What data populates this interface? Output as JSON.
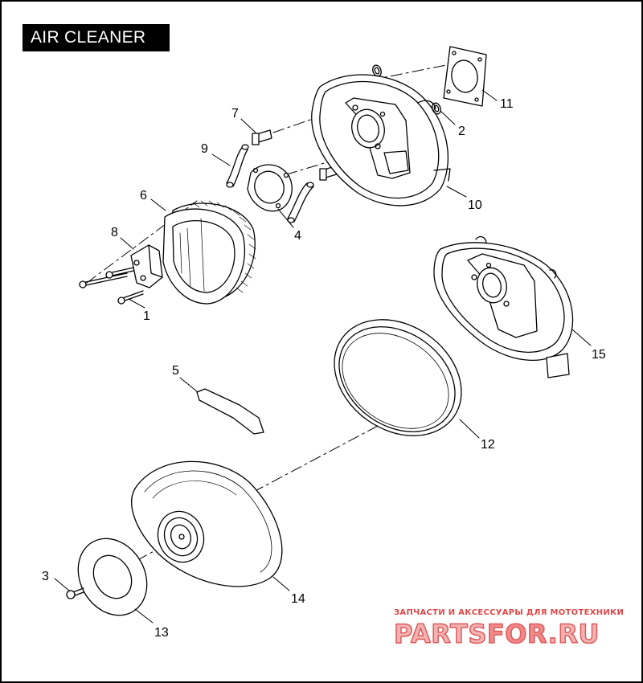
{
  "title": "AIR CLEANER",
  "callouts": [
    "1",
    "2",
    "3",
    "4",
    "5",
    "6",
    "7",
    "8",
    "9",
    "10",
    "11",
    "12",
    "13",
    "14",
    "15"
  ],
  "watermark": {
    "tagline": "ЗАПЧАСТИ И АКСЕССУАРЫ ДЛЯ МОТОТЕХНИКИ",
    "logo_main": "PARTS",
    "logo_mid": "FOR",
    "logo_tld": ".RU"
  },
  "colors": {
    "line": "#000000",
    "watermark": "#e04848"
  }
}
